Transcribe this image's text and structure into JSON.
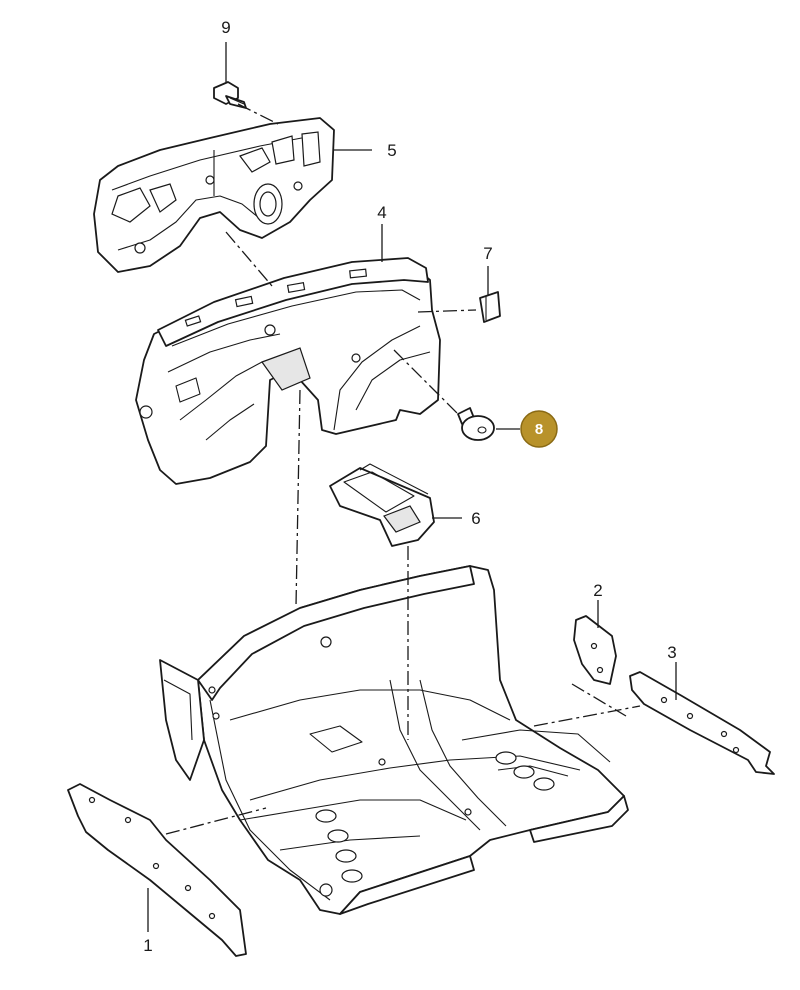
{
  "callouts": {
    "c1": "1",
    "c2": "2",
    "c3": "3",
    "c4": "4",
    "c5": "5",
    "c6": "6",
    "c7": "7",
    "c8": "8",
    "c9": "9"
  },
  "highlight": {
    "callout": "8",
    "fill": "#b8922a",
    "stroke": "#8a6a14"
  }
}
